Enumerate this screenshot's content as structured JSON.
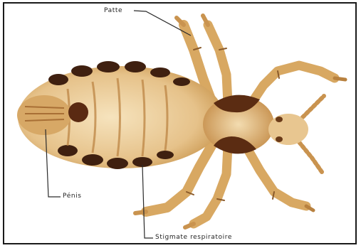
{
  "labels": {
    "patte": "Patte",
    "penis": "Pénis",
    "stigmate": "Stigmate respiratoire"
  },
  "colors": {
    "body_fill": "#e9c68f",
    "body_light": "#f3ddb3",
    "body_dark": "#3a1d0e",
    "legs_fill": "#dcae6c",
    "leader_line": "#2a2a2a"
  }
}
